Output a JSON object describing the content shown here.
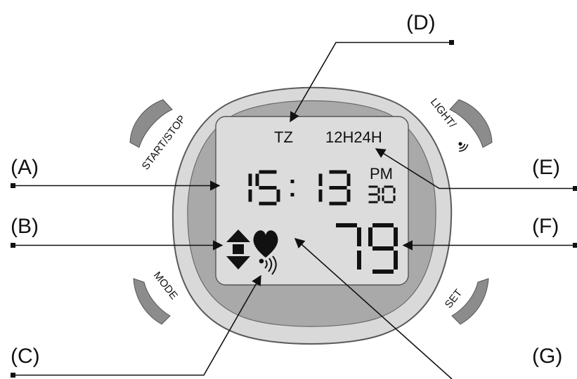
{
  "callouts": {
    "a": "(A)",
    "b": "(B)",
    "c": "(C)",
    "d": "(D)",
    "e": "(E)",
    "f": "(F)",
    "g": "(G)"
  },
  "buttons": {
    "start_stop": "START/STOP",
    "light": "LIGHT/",
    "mode": "MODE",
    "set": "SET"
  },
  "display": {
    "tz": "TZ",
    "hour_format": "12H24H",
    "meridiem": "PM",
    "time": "15:13",
    "seconds": "30",
    "heart_rate": "79"
  },
  "icons": {
    "heart": "heart-icon",
    "signal": "signal-waves-icon",
    "zone_arrows": "up-down-arrow-icon",
    "light_signal": "signal-waves-icon"
  },
  "colors": {
    "watch_case": "#d9d9d9",
    "bezel": "#a9a9a9",
    "lcd": "#dcdcdc",
    "button": "#8c8c8c",
    "ink": "#111111"
  }
}
